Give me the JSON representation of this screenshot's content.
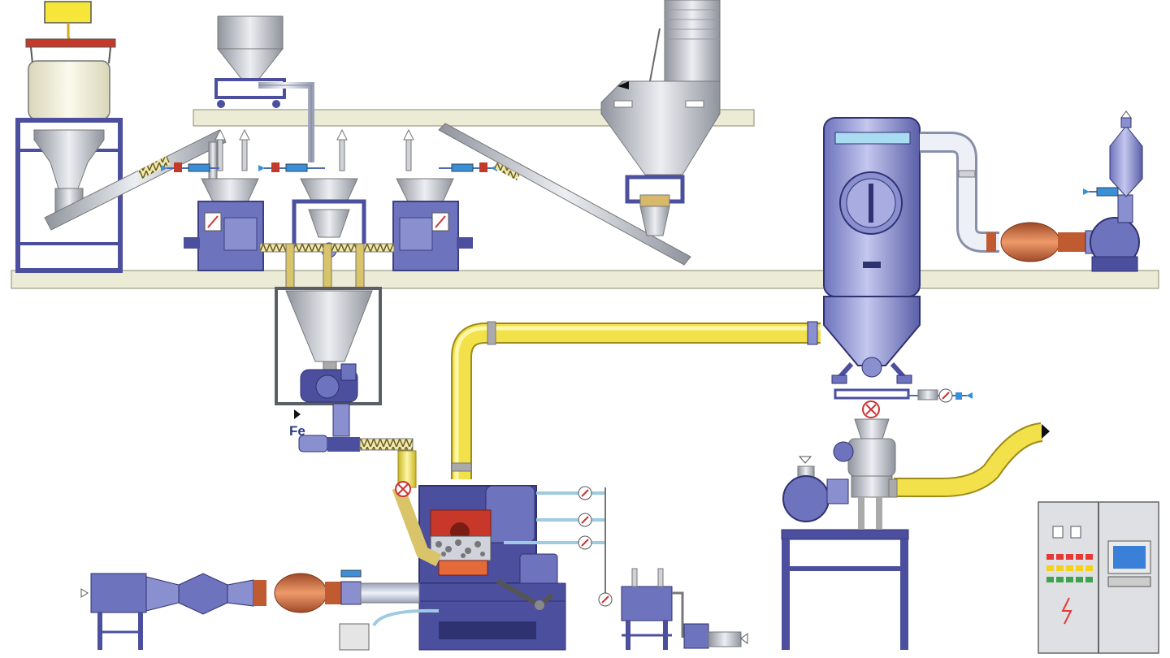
{
  "diagram": {
    "labels": {
      "fe": "Fe"
    },
    "colors": {
      "structure_blue": "#4b4f9e",
      "vessel_blue": "#8a8fd0",
      "vessel_light": "#c9cbee",
      "steel_grey": "#b9bcc4",
      "floor_beige": "#ecebd6",
      "yellow_pipe": "#f2e14a",
      "fan_orange": "#d2693a",
      "grinding_red": "#c8382a",
      "cabinet_grey": "#dfe0e4",
      "light_red": "#e53935",
      "light_yellow": "#f4d21b",
      "light_green": "#3fa34d",
      "arrow_blue": "#3a8fd8"
    },
    "control_cabinet": {
      "indicator_rows": [
        "red",
        "yellow",
        "green"
      ],
      "screen": "monitor"
    },
    "icons": [
      "gauge-icon",
      "arrow-right-icon",
      "arrow-left-icon",
      "lightning-icon",
      "valve-icon"
    ]
  }
}
